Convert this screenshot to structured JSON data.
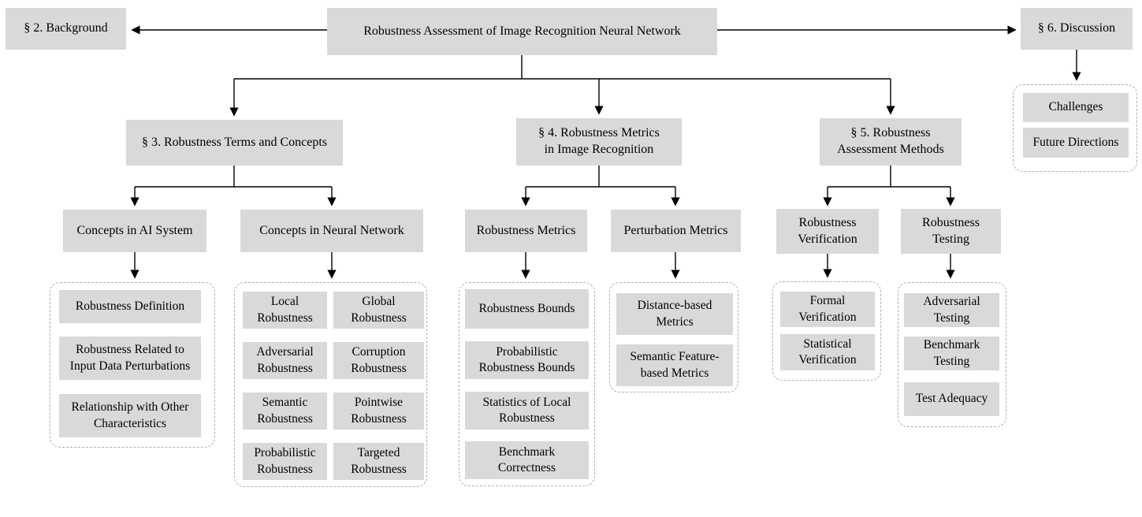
{
  "colors": {
    "node_fill": "#d9d9d9",
    "dash_border": "#adadad",
    "line": "#000000",
    "background": "#ffffff"
  },
  "nodes": {
    "root": "Robustness Assessment of Image Recognition Neural Network",
    "background": "§ 2. Background",
    "discussion": "§ 6. Discussion",
    "sec3": "§ 3. Robustness Terms and Concepts",
    "sec4": "§ 4. Robustness Metrics\nin Image Recognition",
    "sec5": "§ 5. Robustness\nAssessment Methods",
    "concepts_ai": "Concepts in AI System",
    "concepts_nn": "Concepts in Neural Network",
    "robustness_metrics": "Robustness Metrics",
    "perturbation_metrics": "Perturbation Metrics",
    "robustness_verification": "Robustness\nVerification",
    "robustness_testing": "Robustness\nTesting"
  },
  "groups": {
    "discussion_items": [
      "Challenges",
      "Future Directions"
    ],
    "concepts_ai_items": [
      "Robustness Definition",
      "Robustness Related to\nInput Data Perturbations",
      "Relationship with Other\nCharacteristics"
    ],
    "concepts_nn_items": [
      "Local\nRobustness",
      "Global\nRobustness",
      "Adversarial\nRobustness",
      "Corruption\nRobustness",
      "Semantic\nRobustness",
      "Pointwise\nRobustness",
      "Probabilistic\nRobustness",
      "Targeted\nRobustness"
    ],
    "robustness_metrics_items": [
      "Robustness Bounds",
      "Probabilistic\nRobustness Bounds",
      "Statistics of Local\nRobustness",
      "Benchmark\nCorrectness"
    ],
    "perturbation_metrics_items": [
      "Distance-based\nMetrics",
      "Semantic Feature-\nbased Metrics"
    ],
    "verification_items": [
      "Formal\nVerification",
      "Statistical\nVerification"
    ],
    "testing_items": [
      "Adversarial\nTesting",
      "Benchmark\nTesting",
      "Test Adequacy"
    ]
  }
}
